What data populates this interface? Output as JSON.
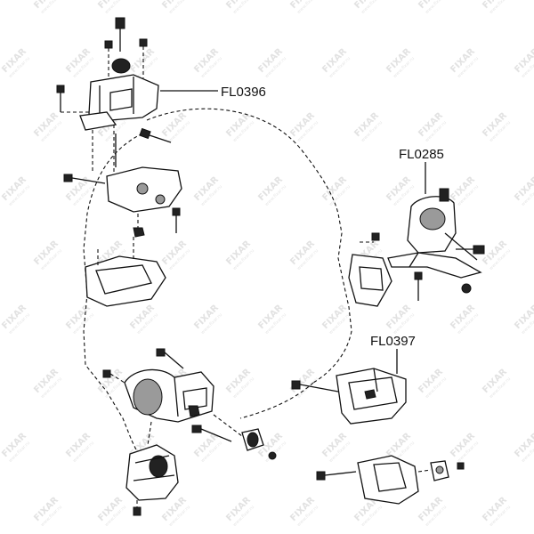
{
  "watermark": {
    "brand": "FIXAR",
    "site": "www.fixar.ru"
  },
  "callouts": [
    {
      "id": "fl0396",
      "label": "FL0396"
    },
    {
      "id": "fl0285",
      "label": "FL0285"
    },
    {
      "id": "fl0397",
      "label": "FL0397"
    }
  ]
}
